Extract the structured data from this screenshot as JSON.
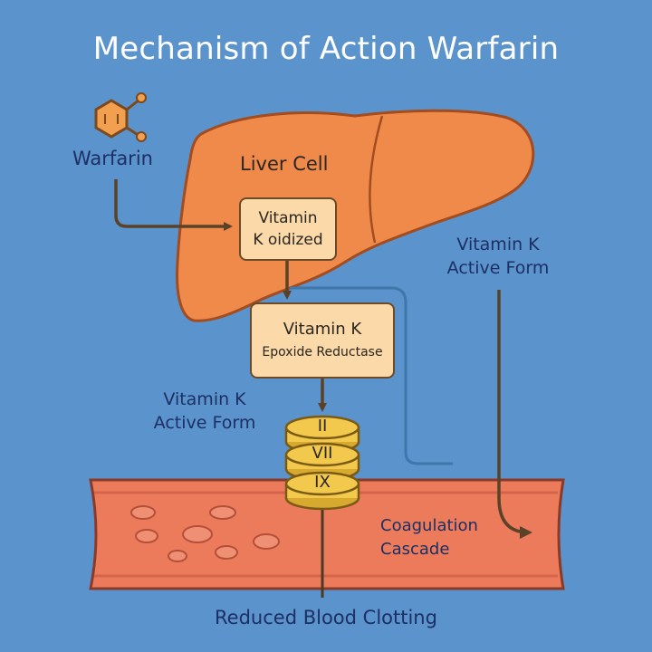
{
  "title": "Mechanism of Action Warfarin",
  "labels": {
    "warfarin": "Warfarin",
    "liver_cell": "Liver Cell",
    "oxidized_line1": "Vitamin",
    "oxidized_line2": "K oidized",
    "reductase_line1": "Vitamin K",
    "reductase_line2": "Epoxide Reductase",
    "active_right_line1": "Vitamin K",
    "active_right_line2": "Active Form",
    "active_left_line1": "Vitamin K",
    "active_left_line2": "Active Form",
    "factor_ii": "II",
    "factor_vii": "VII",
    "factor_ix": "IX",
    "cascade_line1": "Coagulation",
    "cascade_line2": "Cascade",
    "outcome": "Reduced Blood Clotting"
  },
  "colors": {
    "background": "#5b93cc",
    "liver": "#f08a4b",
    "liver_outline": "#a24c1f",
    "box_fill": "#fbd9a8",
    "vessel": "#ec7b5c",
    "coin": "#f2c94c",
    "arrow": "#5a4228",
    "text_navy": "#1d2f63"
  }
}
